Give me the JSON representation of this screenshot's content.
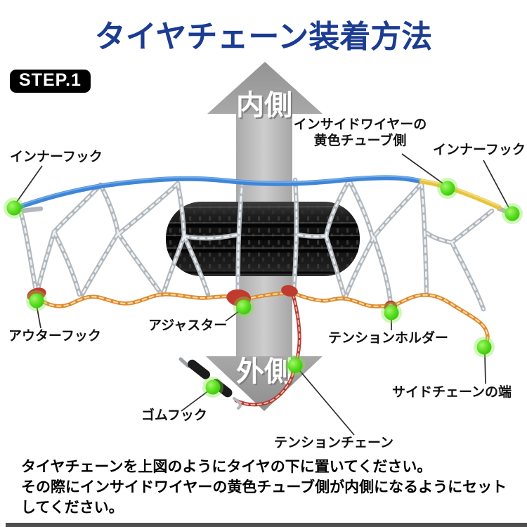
{
  "header": {
    "title": "タイヤチェーン装着方法",
    "step": "STEP.1"
  },
  "diagram": {
    "arrow_inner_label": "内側",
    "arrow_outer_label": "外側",
    "labels": {
      "inner_hook_left": "インナーフック",
      "inside_wire_line1": "インサイドワイヤーの",
      "inside_wire_line2": "黄色チューブ側",
      "inner_hook_right": "インナーフック",
      "outer_hook": "アウターフック",
      "adjuster": "アジャスター",
      "tension_holder": "テンションホルダー",
      "side_chain_end": "サイドチェーンの端",
      "rubber_hook": "ゴムフック",
      "tension_chain": "テンションチェーン"
    },
    "colors": {
      "title_blue": "#1b3c91",
      "inside_wire_blue": "#3f85d8",
      "yellow_tube": "#e8c33c",
      "side_chain_orange": "#e0892b",
      "tension_chain_red": "#b5322c",
      "marker_green": "#4fdd1d",
      "arrow_gray": "#9c9c9c"
    }
  },
  "footer": {
    "line1": "タイヤチェーンを上図のようにタイヤの下に置いてください。",
    "line2": "その際にインサイドワイヤーの黄色チューブ側が内側になるようにセット",
    "line3": "してください。"
  }
}
